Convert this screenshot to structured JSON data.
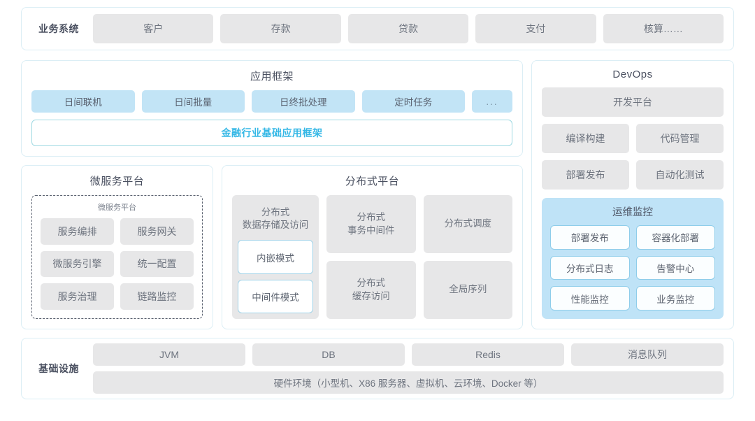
{
  "business_row": {
    "label": "业务系统",
    "items": [
      "客户",
      "存款",
      "贷款",
      "支付",
      "核算……"
    ]
  },
  "app_framework": {
    "title": "应用框架",
    "chips": [
      "日间联机",
      "日间批量",
      "日终批处理",
      "定时任务",
      "..."
    ],
    "banner": "金融行业基础应用框架"
  },
  "microservice_platform": {
    "title": "微服务平台",
    "inner_title": "微服务平台",
    "items": [
      "服务编排",
      "服务网关",
      "微服务引擎",
      "统一配置",
      "服务治理",
      "链路监控"
    ]
  },
  "distributed_platform": {
    "title": "分布式平台",
    "col1": {
      "caption": "分布式\n数据存储及访问",
      "subitems": [
        "内嵌模式",
        "中间件模式"
      ]
    },
    "col2": [
      "分布式\n事务中间件",
      "分布式\n缓存访问"
    ],
    "col3": [
      "分布式调度",
      "全局序列"
    ]
  },
  "devops": {
    "title": "DevOps",
    "platform": "开发平台",
    "items": [
      "编译构建",
      "代码管理",
      "部署发布",
      "自动化测试"
    ],
    "ops_monitor": {
      "title": "运维监控",
      "items": [
        "部署发布",
        "容器化部署",
        "分布式日志",
        "告警中心",
        "性能监控",
        "业务监控"
      ]
    }
  },
  "infrastructure": {
    "label": "基础设施",
    "items": [
      "JVM",
      "DB",
      "Redis",
      "消息队列"
    ],
    "hardware": "硬件环境（小型机、X86 服务器、虚拟机、云环境、Docker 等）"
  },
  "colors": {
    "accent": "#36b8e6",
    "chip_blue": "#c2e4f6",
    "chip_gray": "#e7e7e8",
    "panel_border": "#dbeef5"
  }
}
